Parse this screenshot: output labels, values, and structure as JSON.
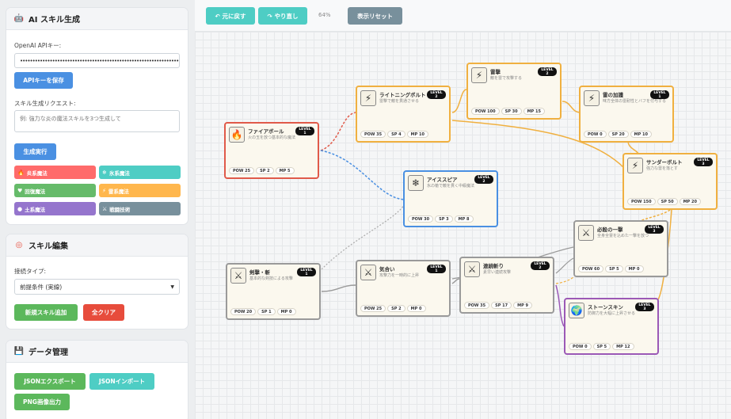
{
  "sidebar": {
    "ai": {
      "title": "AI スキル生成",
      "api_key_label": "OpenAI APIキー:",
      "api_key_value": "••••••••••••••••••••••••••••••••••••••••••••••••••••••••••••••••••••••••••••••••",
      "save_key": "APIキーを保存",
      "request_label": "スキル生成リクエスト:",
      "request_placeholder": "例: 強力な炎の魔法スキルを3つ生成して",
      "generate": "生成実行",
      "categories": [
        {
          "label": "炎系魔法",
          "icon": "🔥",
          "color": "#ff6b6b"
        },
        {
          "label": "氷系魔法",
          "icon": "❄",
          "color": "#4ecdc4"
        },
        {
          "label": "回復魔法",
          "icon": "♥",
          "color": "#66bb6a"
        },
        {
          "label": "雷系魔法",
          "icon": "⚡",
          "color": "#ffb74d"
        },
        {
          "label": "土系魔法",
          "icon": "●",
          "color": "#9575cd"
        },
        {
          "label": "戦闘技術",
          "icon": "⚔",
          "color": "#78909c"
        }
      ]
    },
    "edit": {
      "title": "スキル編集",
      "conn_label": "接続タイプ:",
      "conn_value": "前提条件 (実線)",
      "add": "新規スキル追加",
      "clear": "全クリア"
    },
    "data": {
      "title": "データ管理",
      "export": "JSONエクスポート",
      "import": "JSONインポート",
      "png": "PNG画像出力"
    }
  },
  "toolbar": {
    "undo": "↶ 元に戻す",
    "redo": "↷ やり直し",
    "zoom": "64%",
    "reset": "表示リセット"
  },
  "nodes": [
    {
      "id": "fireball",
      "title": "ファイアボール",
      "desc": "火の玉を放つ基本的な魔法",
      "level": "1",
      "type": "fire",
      "icon": "🔥",
      "pow": "POW 25",
      "sp": "SP 2",
      "mp": "MP 5"
    },
    {
      "id": "lightning",
      "title": "ライトニングボルト",
      "desc": "雷撃で敵を貫通させる",
      "level": "2",
      "type": "thunder",
      "icon": "⚡",
      "pow": "POW 35",
      "sp": "SP 4",
      "mp": "MP 10"
    },
    {
      "id": "raigeki",
      "title": "雷撃",
      "desc": "敵を雷で攻撃する",
      "level": "2",
      "type": "thunder",
      "icon": "⚡",
      "pow": "POW 100",
      "sp": "SP 30",
      "mp": "MP 15"
    },
    {
      "id": "kago",
      "title": "雷の加護",
      "desc": "味方全体の雷耐性とバフを付与する",
      "level": "1",
      "type": "thunder",
      "icon": "⚡",
      "pow": "POW 0",
      "sp": "SP 20",
      "mp": "MP 10"
    },
    {
      "id": "thunderbolt",
      "title": "サンダーボルト",
      "desc": "強力な雷を落とす",
      "level": "3",
      "type": "thunder",
      "icon": "⚡",
      "pow": "POW 150",
      "sp": "SP 50",
      "mp": "MP 20"
    },
    {
      "id": "icespear",
      "title": "アイススピア",
      "desc": "氷の槍で敵を貫く中級魔法",
      "level": "2",
      "type": "ice",
      "icon": "❄",
      "pow": "POW 30",
      "sp": "SP 3",
      "mp": "MP 8"
    },
    {
      "id": "hissatsu",
      "title": "必殺の一撃",
      "desc": "全身全霊を込めた一撃を放つ",
      "level": "3",
      "type": "phys",
      "icon": "⚔",
      "pow": "POW 60",
      "sp": "SP 5",
      "mp": "MP 0"
    },
    {
      "id": "kengeki",
      "title": "剣撃・斬",
      "desc": "基本的な剣技による攻撃",
      "level": "1",
      "type": "phys",
      "icon": "⚔",
      "pow": "POW 20",
      "sp": "SP 1",
      "mp": "MP 0"
    },
    {
      "id": "kiai",
      "title": "気合い",
      "desc": "攻撃力を一時的に上昇",
      "level": "1",
      "type": "phys",
      "icon": "⚔",
      "pow": "POW 25",
      "sp": "SP 2",
      "mp": "MP 0"
    },
    {
      "id": "renzoku",
      "title": "連続斬り",
      "desc": "素早い連続攻撃",
      "level": "2",
      "type": "phys",
      "icon": "⚔",
      "pow": "POW 35",
      "sp": "SP 17",
      "mp": "MP 9"
    },
    {
      "id": "stoneskin",
      "title": "ストーンスキン",
      "desc": "防御力を大幅に上昇させる",
      "level": "3",
      "type": "earth",
      "icon": "🌍",
      "pow": "POW 0",
      "sp": "SP 5",
      "mp": "MP 12"
    }
  ],
  "colors": {
    "fire": "#e05a4a",
    "ice": "#4a90e2",
    "thunder": "#f0b040",
    "phys": "#9a9a9a",
    "earth": "#9b59b6"
  }
}
